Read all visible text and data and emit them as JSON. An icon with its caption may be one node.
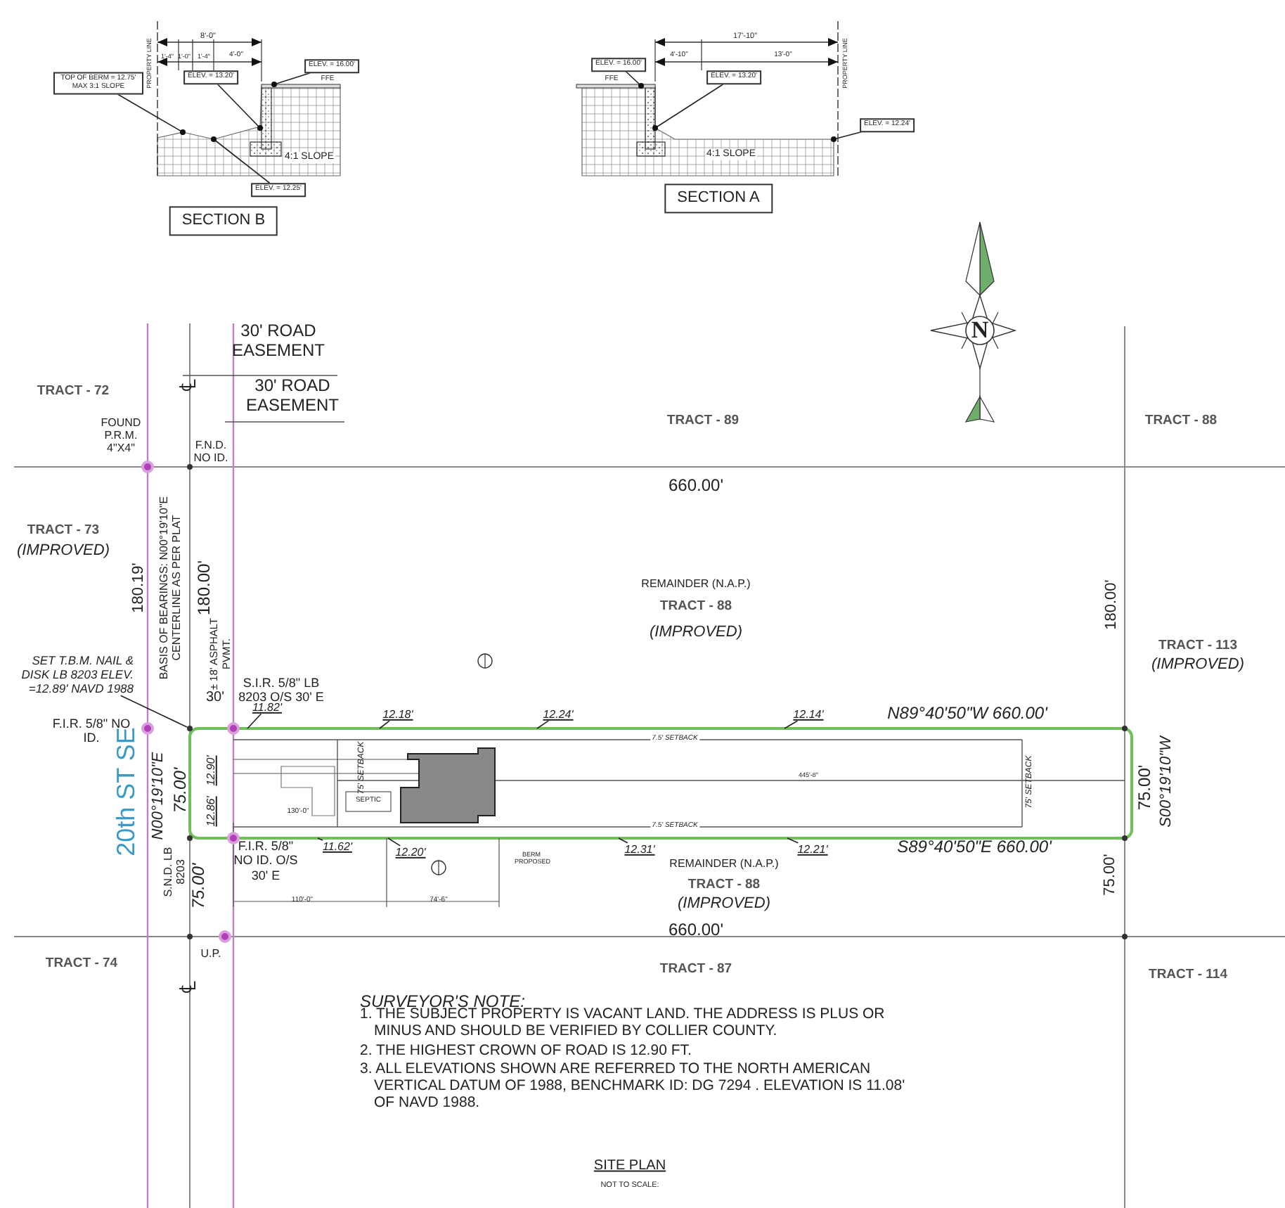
{
  "diagram": {
    "title": "SITE PLAN",
    "caption": "NOT TO SCALE:",
    "nodes": [
      {
        "text": [
          "TOP OF BERM = 12.75' MAX 3:1 SLOPE"
        ]
      },
      {
        "text": [
          "ELEV. = 16.00'"
        ]
      },
      {
        "text": [
          "ELEV. = 13.20'"
        ]
      },
      {
        "text": [
          "ELEV. = 12.25'"
        ]
      },
      {
        "text": [
          "SECTION B"
        ]
      },
      {
        "text": [
          "ELEV. = 16.00'"
        ]
      },
      {
        "text": [
          "ELEV. = 13.20'"
        ]
      },
      {
        "text": [
          "ELEV. = 12.24'"
        ]
      },
      {
        "text": [
          "SECTION A"
        ]
      },
      {
        "text": [
          "SET T.B.M. NAIL & DISK LB 8203 ELEV. =12.89' NAVD 1988"
        ]
      },
      {
        "text": [
          "11.82'"
        ]
      },
      {
        "text": [
          "12.18'"
        ]
      },
      {
        "text": [
          "12.24'"
        ]
      },
      {
        "text": [
          "12.14'"
        ]
      },
      {
        "text": [
          "11.62'"
        ]
      },
      {
        "text": [
          "12.20'"
        ]
      },
      {
        "text": [
          "12.31'"
        ]
      },
      {
        "text": [
          "12.21'"
        ]
      },
      {
        "text": [],
        "shape": "picture"
      },
      {
        "text": [],
        "shape": "picture"
      }
    ],
    "edges": [
      {
        "from": 0,
        "to": 18,
        "arrow": "other"
      },
      {
        "from": 1,
        "to": 18,
        "arrow": "other"
      },
      {
        "from": 2,
        "to": 18,
        "arrow": "other"
      },
      {
        "from": 3,
        "to": 18,
        "arrow": "other"
      },
      {
        "from": 5,
        "to": 19,
        "arrow": "other"
      },
      {
        "from": 6,
        "to": 19,
        "arrow": "other"
      },
      {
        "from": 7,
        "to": 19,
        "arrow": "other"
      },
      {
        "from": 9,
        "to": null,
        "arrow": "none"
      },
      {
        "from": 10,
        "to": null,
        "arrow": "none"
      },
      {
        "from": 11,
        "to": null,
        "arrow": "none"
      },
      {
        "from": 12,
        "to": null,
        "arrow": "none"
      },
      {
        "from": 13,
        "to": null,
        "arrow": "none"
      },
      {
        "from": 14,
        "to": null,
        "arrow": "none"
      },
      {
        "from": 15,
        "to": null,
        "arrow": "none"
      },
      {
        "from": 16,
        "to": null,
        "arrow": "none"
      },
      {
        "from": 17,
        "to": null,
        "arrow": "none"
      }
    ],
    "labels": [
      "PROPERTY LINE",
      "8'-0\"",
      "1'-4\"",
      "1'-0\"",
      "1'-4\"",
      "4'-0\"",
      "FFE",
      "4:1 SLOPE",
      "17'-10\"",
      "4'-10\"",
      "13'-0\"",
      "FFE",
      "PROPERTY LINE",
      "4:1 SLOPE",
      "30' ROAD EASEMENT",
      "30' ROAD EASEMENT",
      "TRACT - 72",
      "TRACT - 89",
      "TRACT - 88",
      "FOUND P.R.M. 4\"X4\"",
      "F.N.D. NO ID.",
      "660.00'",
      "TRACT - 73",
      "(IMPROVED)",
      "180.19'",
      "BASIS OF BEARINGS: N00°19'10\"E CENTERLINE AS PER PLAT",
      "180.00'",
      "± 18' ASPHALT PVMT.",
      "REMAINDER (N.A.P.)",
      "TRACT - 88",
      "(IMPROVED)",
      "180.00'",
      "TRACT - 113",
      "(IMPROVED)",
      "S.I.R. 5/8\" LB 8203 O/S 30' E",
      "30'",
      "F.I.R. 5/8\" NO ID.",
      "N89°40'50\"W 660.00'",
      "7.5' SETBACK",
      "12.90'",
      "75' SETBACK",
      "SEPTIC",
      "130'-0\"",
      "445'-8\"",
      "75' SETBACK",
      "75.00'",
      "S00°19'10\"W",
      "20th ST SE",
      "N00°19'10\"E",
      "75.00'",
      "12.86'",
      "7.5' SETBACK",
      "F.I.R. 5/8\" NO ID. O/S 30' E",
      "BERM PROPOSED",
      "S89°40'50\"E 660.00'",
      "S.N.D. LB 8203",
      "75.00'",
      "110'-0\"",
      "74'-6\"",
      "REMAINDER (N.A.P.)",
      "TRACT - 88",
      "(IMPROVED)",
      "75.00'",
      "660.00'",
      "U.P.",
      "TRACT - 74",
      "TRACT - 87",
      "TRACT - 114",
      "℄",
      "℄",
      "N",
      "SURVEYOR'S NOTE:",
      "1. THE SUBJECT PROPERTY IS VACANT LAND. THE ADDRESS IS PLUS OR MINUS AND SHOULD BE VERIFIED BY COLLIER COUNTY.",
      "2. THE HIGHEST CROWN OF ROAD IS 12.90 FT.",
      "3. ALL ELEVATIONS SHOWN ARE REFERRED TO THE NORTH AMERICAN VERTICAL DATUM OF 1988, BENCHMARK ID: DG 7294 . ELEVATION IS 11.08' OF NAVD 1988."
    ]
  }
}
